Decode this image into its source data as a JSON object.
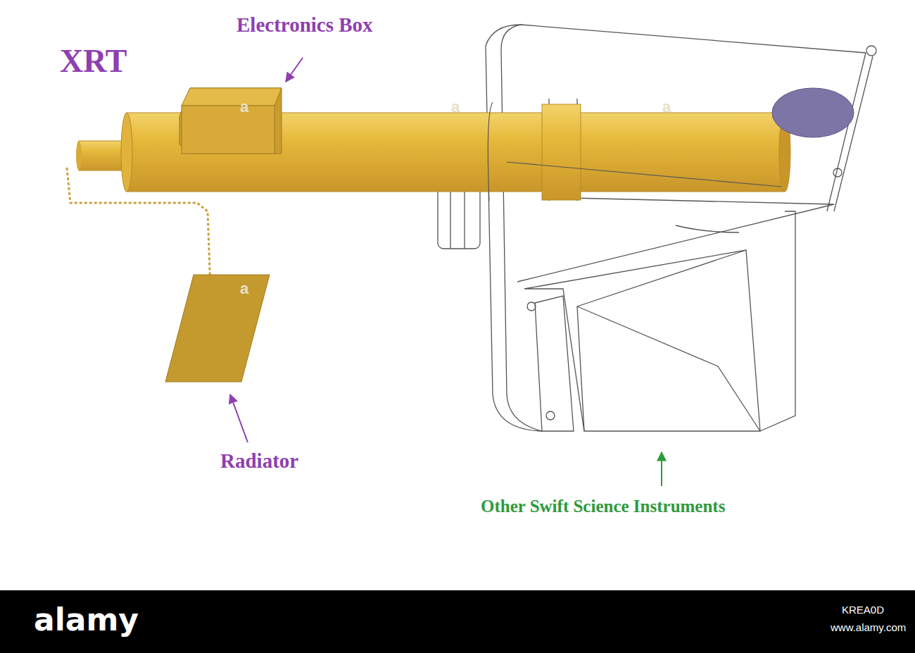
{
  "diagram": {
    "labels": [
      "XRT",
      "Electronics Box",
      "Radiator",
      "Other Swift Science Instruments",
      "a",
      "a",
      "a",
      "a",
      "alamy",
      "KREA0D",
      "www.alamy.com"
    ]
  }
}
